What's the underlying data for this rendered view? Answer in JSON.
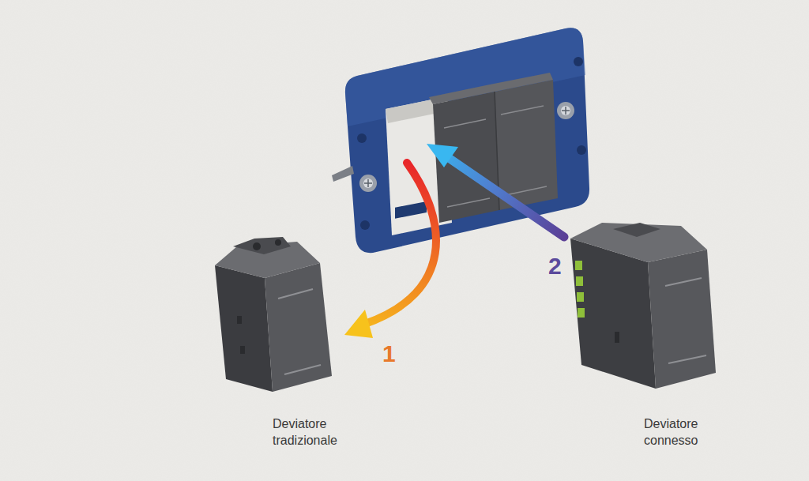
{
  "diagram": {
    "labels": [
      "2",
      "1",
      "Deviatore tradizionale",
      "Deviatore connesso"
    ]
  }
}
